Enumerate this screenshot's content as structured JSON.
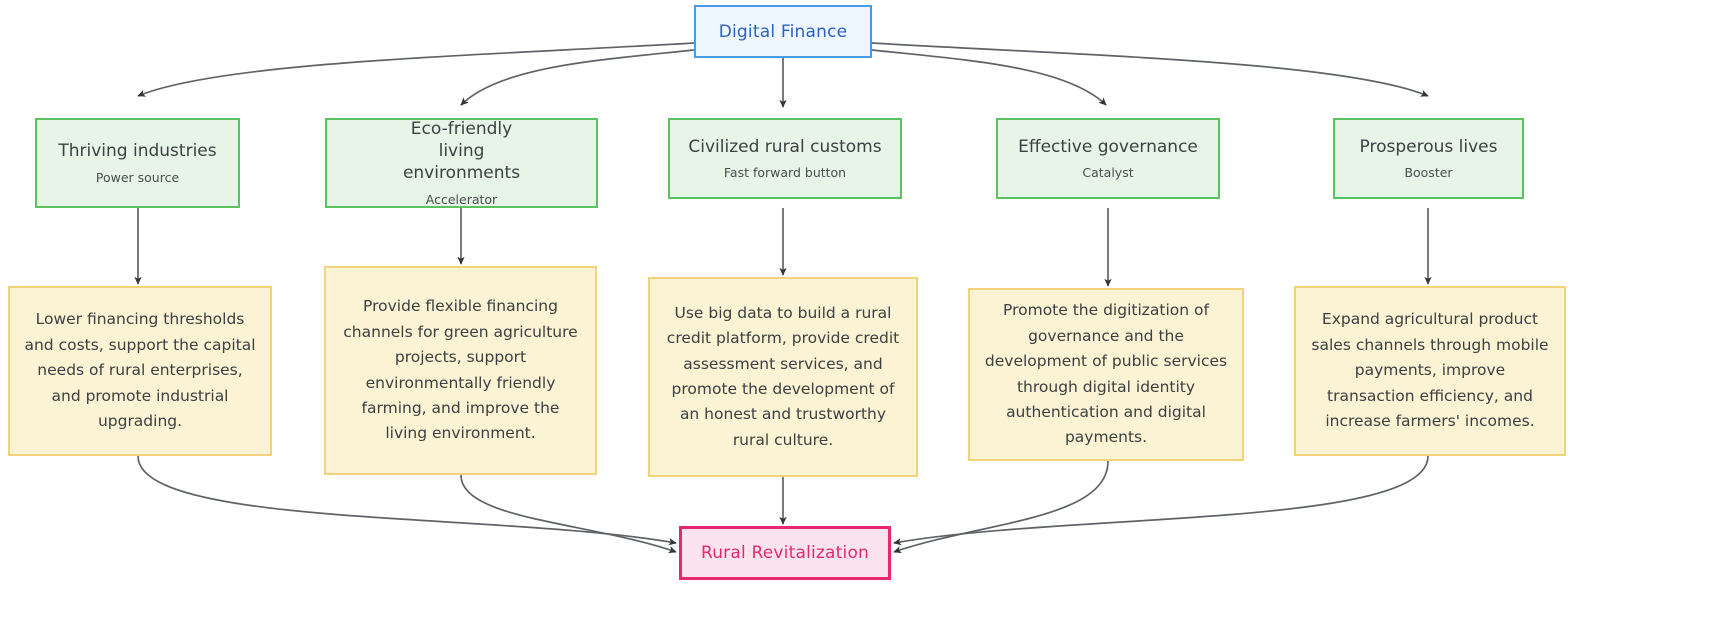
{
  "diagram": {
    "type": "flowchart",
    "orientation": "top-down",
    "background": "#ffffff",
    "title_node": "Digital Finance",
    "goal_node": "Rural Revitalization"
  },
  "colors": {
    "root_fill": "#eef6ff",
    "root_border": "#4a9ae8",
    "root_text": "#2a62c4",
    "pillar_fill": "#e7f5e8",
    "pillar_border": "#5cc25f",
    "pillar_text": "#3c4043",
    "action_fill": "#fcf3d4",
    "action_border": "#f2d27a",
    "action_text": "#3c4043",
    "goal_fill": "#fce4ef",
    "goal_border": "#e8286e",
    "goal_text": "#e8286e",
    "edge": "#5f6368"
  },
  "root": {
    "label": "Digital Finance"
  },
  "pillars": [
    {
      "title": "Thriving industries",
      "subtitle": "Power source"
    },
    {
      "title": "Eco-friendly living environments",
      "subtitle": "Accelerator"
    },
    {
      "title": "Civilized rural customs",
      "subtitle": "Fast forward button"
    },
    {
      "title": "Effective governance",
      "subtitle": "Catalyst"
    },
    {
      "title": "Prosperous lives",
      "subtitle": "Booster"
    }
  ],
  "actions": [
    {
      "text": "Lower financing thresholds and costs, support the capital needs of rural enterprises, and promote industrial upgrading."
    },
    {
      "text": "Provide flexible financing channels for green agriculture projects, support environmentally friendly farming, and improve the living environment."
    },
    {
      "text": "Use big data to build a rural credit platform, provide credit assessment services, and promote the development of an honest and trustworthy rural culture."
    },
    {
      "text": "Promote the digitization of governance and the development of public services through digital identity authentication and digital payments."
    },
    {
      "text": "Expand agricultural product sales channels through mobile payments, improve transaction efficiency, and increase farmers' incomes."
    }
  ],
  "goal": {
    "label": "Rural Revitalization"
  }
}
